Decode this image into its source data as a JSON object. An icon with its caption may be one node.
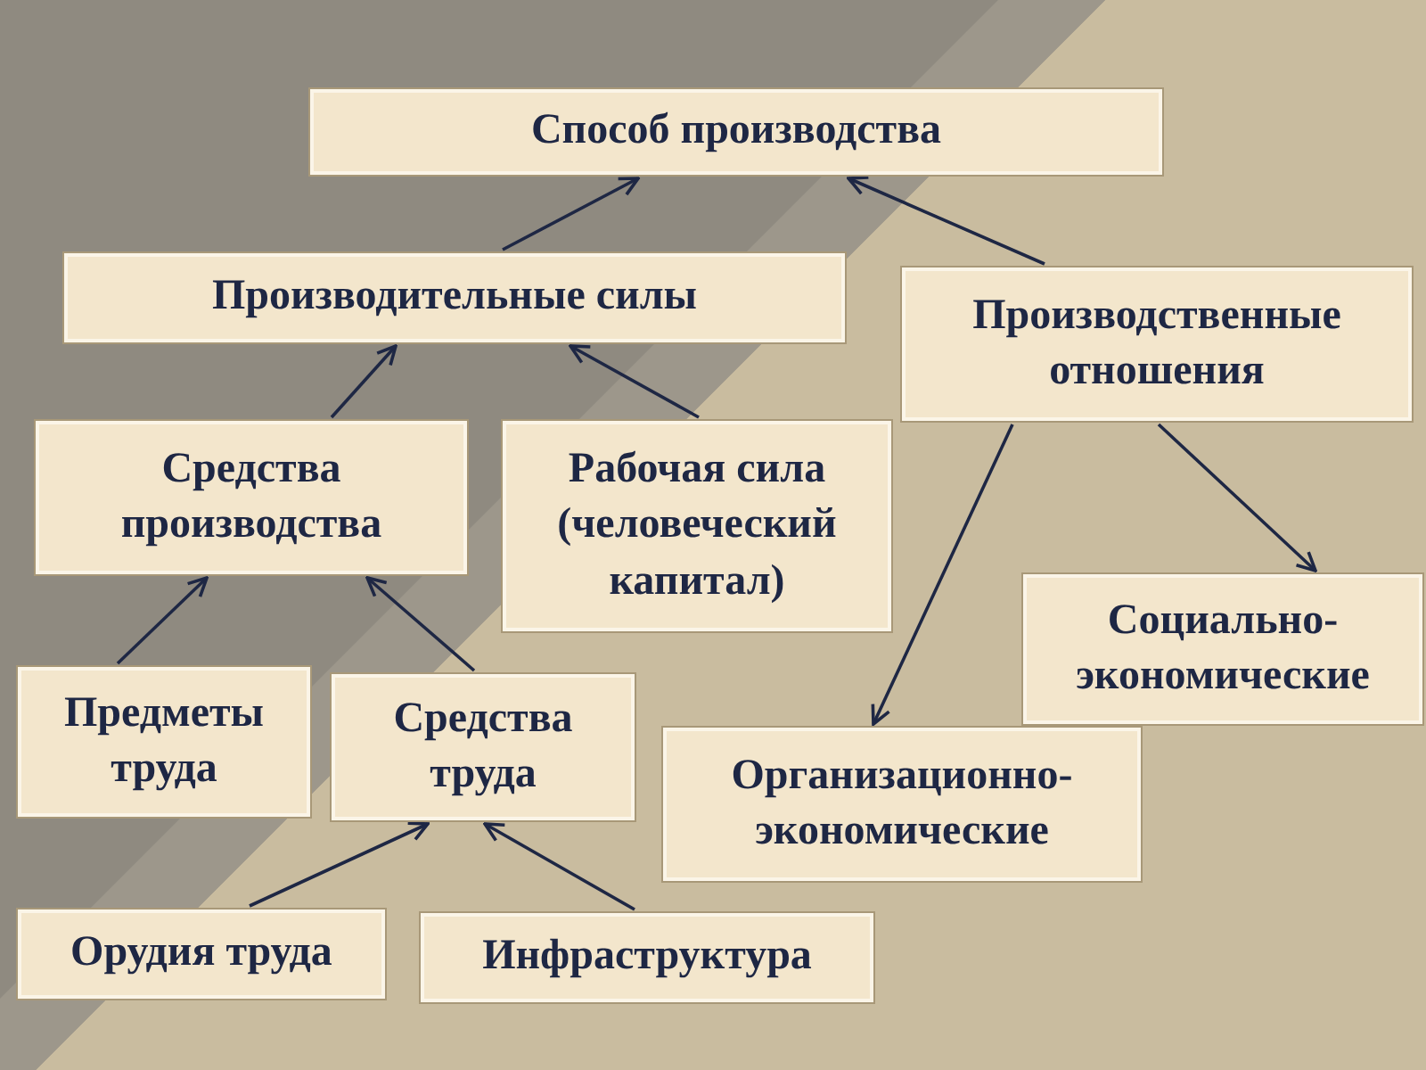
{
  "diagram": {
    "nodes": [
      {
        "text": [
          "Способ производства"
        ]
      },
      {
        "text": [
          "Производительные силы"
        ]
      },
      {
        "text": [
          "Производственные отношения"
        ]
      },
      {
        "text": [
          "Средства производства"
        ]
      },
      {
        "text": [
          "Рабочая сила (человеческий капитал)"
        ]
      },
      {
        "text": [
          "Социально-экономические"
        ]
      },
      {
        "text": [
          "Предметы труда"
        ]
      },
      {
        "text": [
          "Средства труда"
        ]
      },
      {
        "text": [
          "Организационно-экономические"
        ]
      },
      {
        "text": [
          "Орудия труда"
        ]
      },
      {
        "text": [
          "Инфраструктура"
        ]
      }
    ],
    "edges": [
      {
        "from": 1,
        "to": 0,
        "arrow": "to"
      },
      {
        "from": 2,
        "to": 0,
        "arrow": "to"
      },
      {
        "from": 3,
        "to": 1,
        "arrow": "to"
      },
      {
        "from": 4,
        "to": 1,
        "arrow": "to"
      },
      {
        "from": 2,
        "to": 5,
        "arrow": "to"
      },
      {
        "from": 2,
        "to": 8,
        "arrow": "to"
      },
      {
        "from": 6,
        "to": 3,
        "arrow": "to"
      },
      {
        "from": 7,
        "to": 3,
        "arrow": "to"
      },
      {
        "from": 9,
        "to": 7,
        "arrow": "to"
      },
      {
        "from": 10,
        "to": 7,
        "arrow": "to"
      }
    ]
  }
}
